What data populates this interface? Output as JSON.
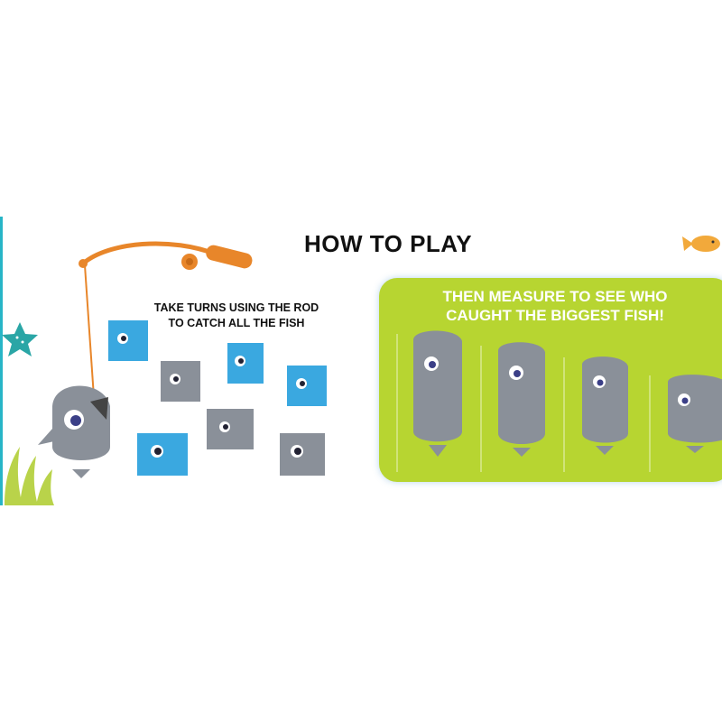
{
  "heading": "HOW TO PLAY",
  "left_caption": {
    "line1": "TAKE TURNS USING THE ROD",
    "line2": "TO CATCH ALL THE FISH"
  },
  "right_caption": {
    "line1": "THEN MEASURE TO SEE WHO",
    "line2": "CAUGHT THE BIGGEST FISH!"
  },
  "colors": {
    "panel_green": "#b7d531",
    "edge_teal": "#27b5c7",
    "rod_orange": "#e8862a",
    "fish_blue": "#3aa8e0",
    "fish_gray": "#8a9099",
    "starfish": "#2aa6a6",
    "seaweed": "#b9d34a"
  },
  "icons": [
    "fishing-rod-icon",
    "starfish-icon",
    "seaweed-icon",
    "goldfish-icon",
    "shark-icon"
  ]
}
